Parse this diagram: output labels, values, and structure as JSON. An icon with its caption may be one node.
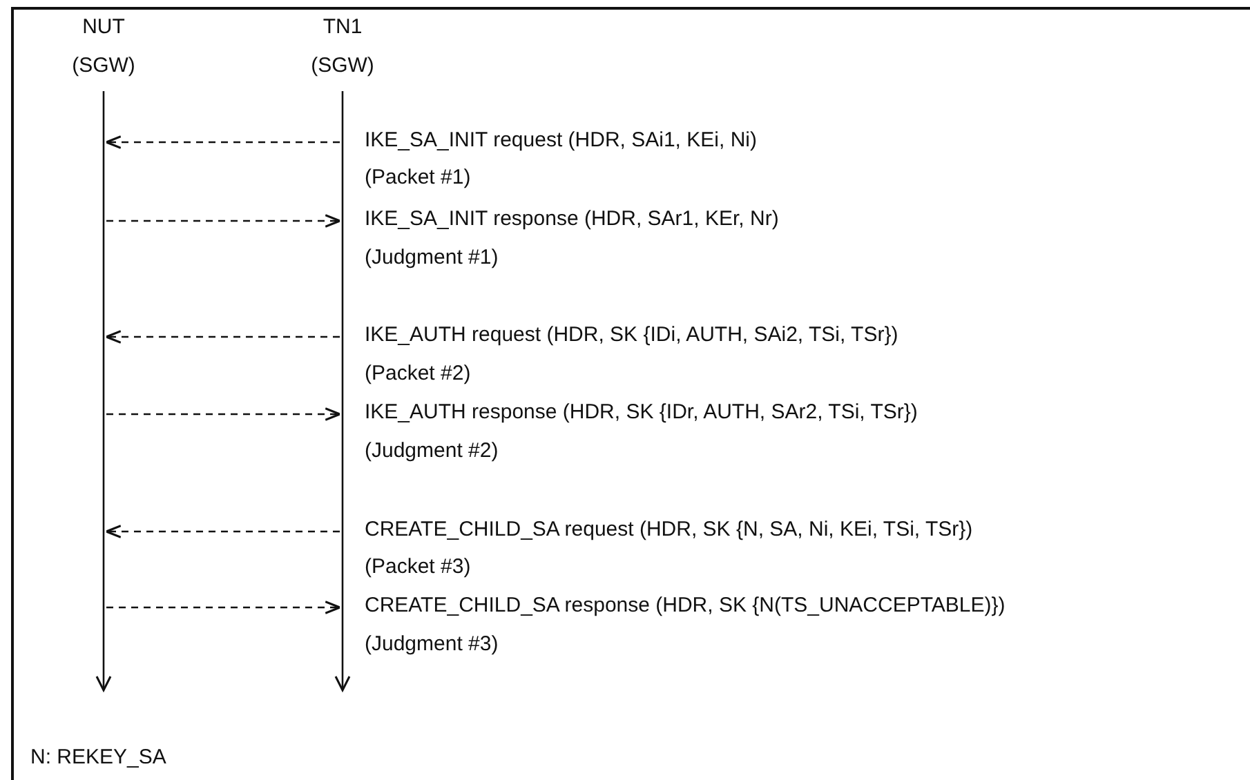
{
  "diagram": {
    "nodes": [
      {
        "text": [
          "NUT (SGW)"
        ]
      },
      {
        "text": [
          "TN1 (SGW)"
        ]
      }
    ],
    "edges": [
      {
        "from": 1,
        "to": 0,
        "arrow": "to",
        "style": "dashed",
        "label": "IKE_SA_INIT request (HDR, SAi1, KEi, Ni)"
      },
      {
        "from": 0,
        "to": 1,
        "arrow": "to",
        "style": "dashed",
        "label": "IKE_SA_INIT response (HDR, SAr1, KEr, Nr)"
      },
      {
        "from": 1,
        "to": 0,
        "arrow": "to",
        "style": "dashed",
        "label": "IKE_AUTH request (HDR, SK {IDi, AUTH, SAi2, TSi, TSr})"
      },
      {
        "from": 0,
        "to": 1,
        "arrow": "to",
        "style": "dashed",
        "label": "IKE_AUTH response (HDR, SK {IDr, AUTH, SAr2, TSi, TSr})"
      },
      {
        "from": 1,
        "to": 0,
        "arrow": "to",
        "style": "dashed",
        "label": "CREATE_CHILD_SA request (HDR, SK {N, SA, Ni, KEi, TSi, TSr})"
      },
      {
        "from": 0,
        "to": 1,
        "arrow": "to",
        "style": "dashed",
        "label": "CREATE_CHILD_SA response (HDR, SK {N(TS_UNACCEPTABLE)})"
      }
    ],
    "labels": [
      "(Packet #1)",
      "(Judgment #1)",
      "(Packet #2)",
      "(Judgment #2)",
      "(Packet #3)",
      "(Judgment #3)",
      "N: REKEY_SA"
    ]
  }
}
